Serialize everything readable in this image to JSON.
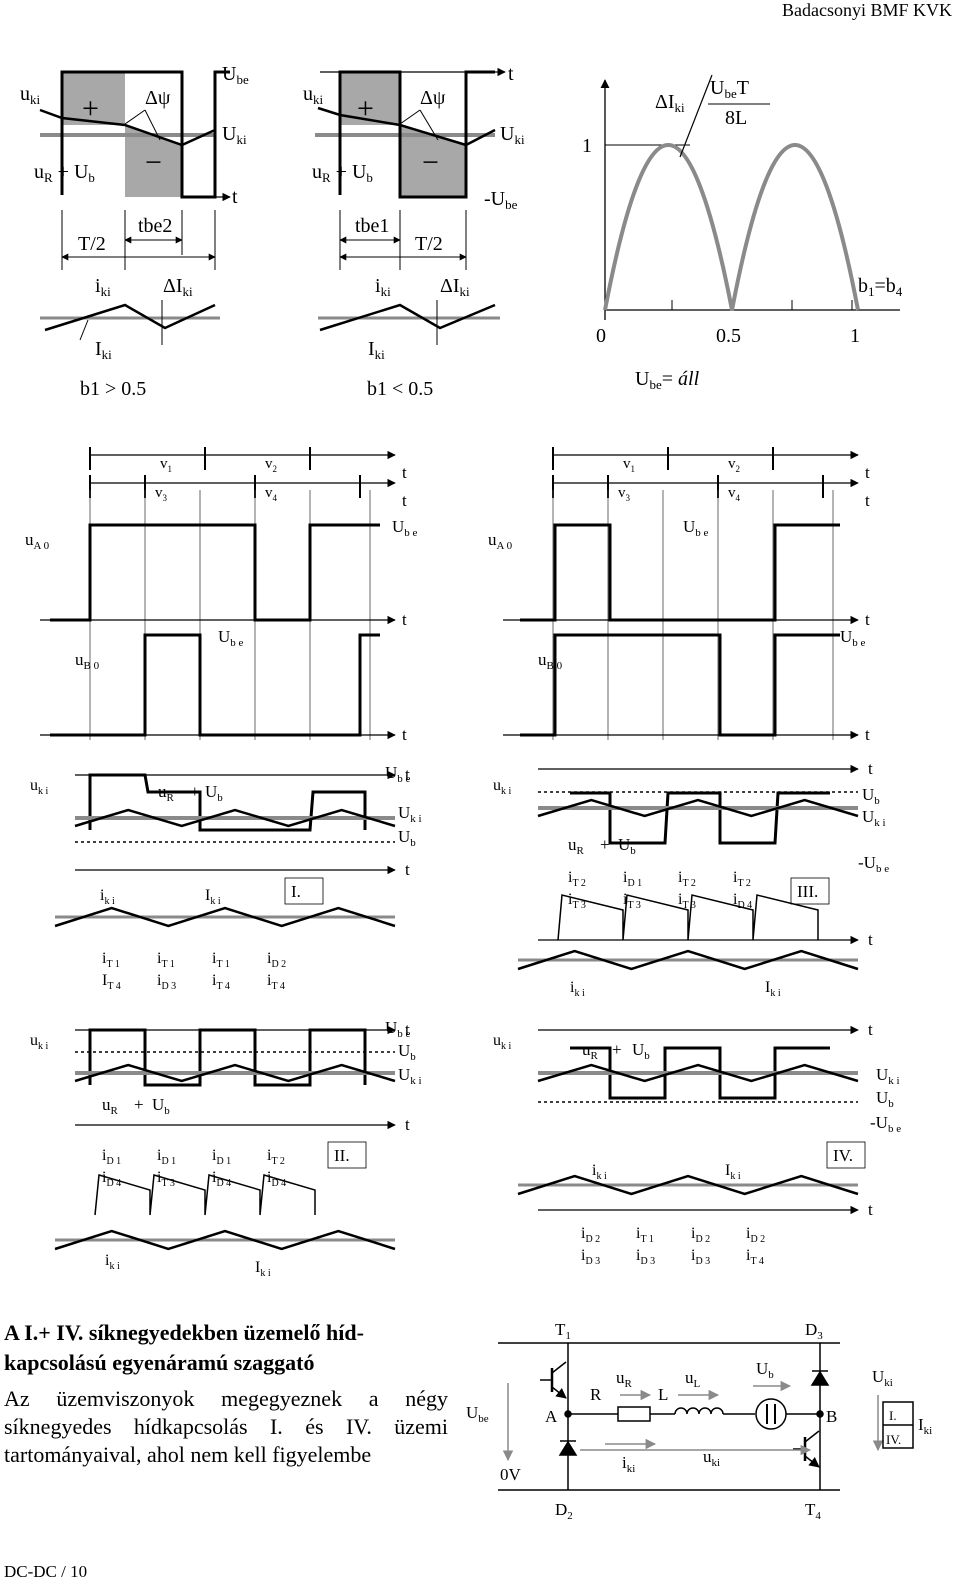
{
  "header": {
    "text": "Badacsonyi BMF KVK"
  },
  "footer": {
    "text": "DC-DC / 10"
  },
  "heading": {
    "line1": "A I.+ IV. síknegyedekben üzemelő híd-",
    "line2": "kapcsolású egyenáramú szaggató"
  },
  "paragraph": {
    "text": "Az üzemviszonyok megegyeznek a négy síknegyedes hídkapcsolás I. és IV. üzemi tartományaival, ahol nem kell figyelembe"
  },
  "colors": {
    "ink": "#000000",
    "gray": "#8a8a8a",
    "fill": "#a8a8a8"
  },
  "fig_top": {
    "left": {
      "cond": "b1 > 0.5",
      "period": "T/2",
      "tbe": "tbe2",
      "dpsi": "Δψ",
      "plus": "+",
      "minus": "−"
    },
    "middle": {
      "cond": "b1 < 0.5",
      "period": "T/2",
      "tbe": "tbe1",
      "neg_ube": "-Ube"
    },
    "ripple": {
      "y_tick": "1",
      "x_ticks": [
        "0",
        "0.5",
        "1"
      ],
      "label_right": "b1=b4",
      "label_bottom": "Ube= áll",
      "numerator": "Ube T",
      "denominator": "8L",
      "di": "ΔIki"
    }
  },
  "bridge_timing": {
    "v1": "v1",
    "v2": "v2",
    "v3": "v3",
    "v4": "v4",
    "ua0": "uA0",
    "ub0": "uB0",
    "ube": "Ube",
    "t": "t"
  },
  "quadrants": {
    "q1": {
      "roman": "I.",
      "currents": [
        [
          "iT1",
          "IT4"
        ],
        [
          "iT1",
          "iD3"
        ],
        [
          "iT1",
          "iT4"
        ],
        [
          "iD2",
          "iT4"
        ]
      ]
    },
    "q3": {
      "roman": "III.",
      "currents": [
        [
          "iT2",
          "iT3"
        ],
        [
          "iD1",
          "iT3"
        ],
        [
          "iT2",
          "iT3"
        ],
        [
          "iT2",
          "iD4"
        ]
      ]
    },
    "q2": {
      "roman": "II.",
      "currents": [
        [
          "iD1",
          "iD4"
        ],
        [
          "iD1",
          "iT3"
        ],
        [
          "iD1",
          "iD4"
        ],
        [
          "iT2",
          "iD4"
        ]
      ]
    },
    "q4": {
      "roman": "IV.",
      "currents": [
        [
          "iD2",
          "iD3"
        ],
        [
          "iT1",
          "iD3"
        ],
        [
          "iD2",
          "iD3"
        ],
        [
          "iD2",
          "iT4"
        ]
      ]
    }
  },
  "circuit": {
    "T1": "T1",
    "D3": "D3",
    "D2": "D2",
    "T4": "T4",
    "Ube": "Ube",
    "zero": "0V",
    "A": "A",
    "B": "B",
    "R": "R",
    "L": "L",
    "uR": "uR",
    "uL": "uL",
    "Ub": "Ub",
    "iki": "iki",
    "uki": "uki",
    "Uki": "Uki",
    "Iki": "Iki",
    "box1": "I.",
    "box2": "IV."
  }
}
